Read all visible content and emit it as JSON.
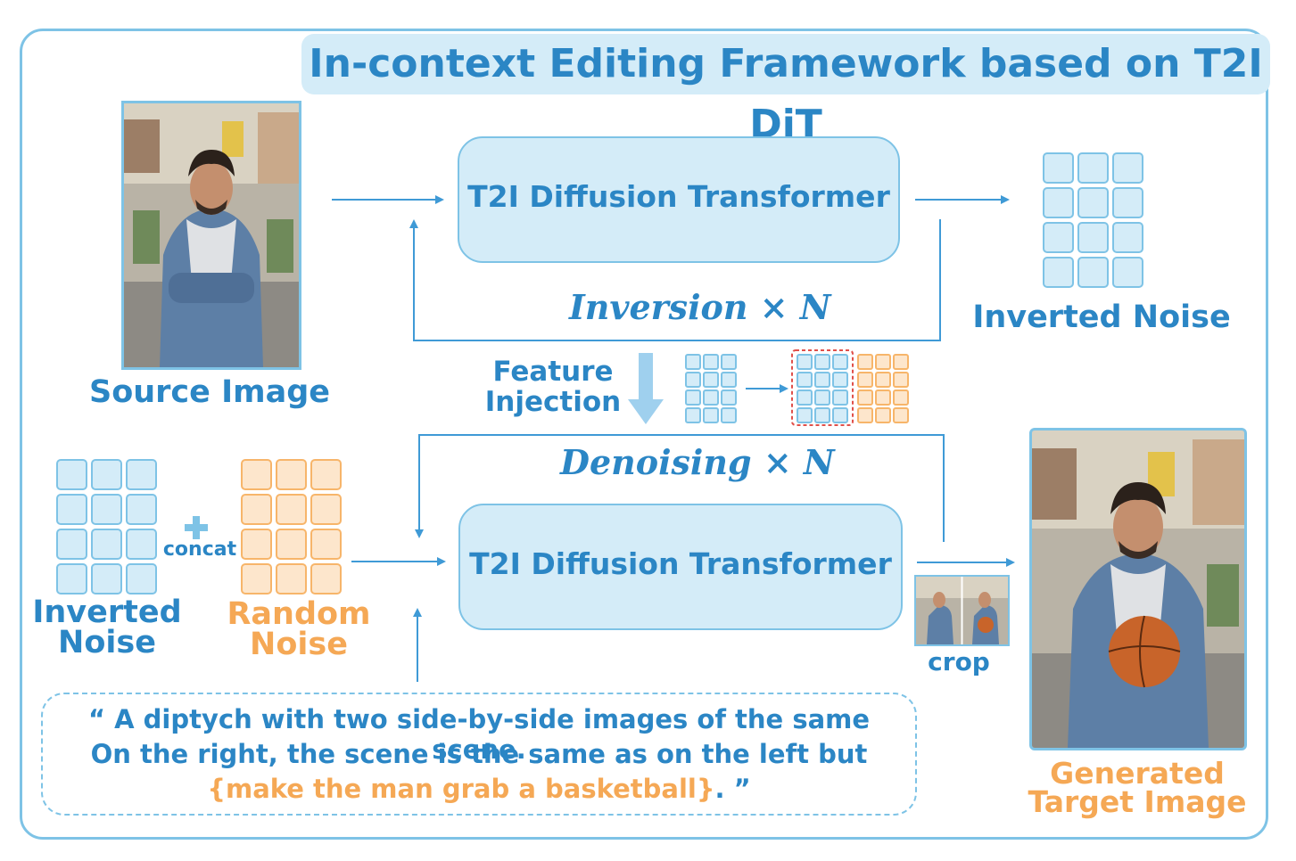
{
  "title": "In-context Editing Framework based on T2I DiT",
  "source_image": {
    "label": "Source Image"
  },
  "top_dit": {
    "label": "T2I Diffusion Transformer"
  },
  "bottom_dit": {
    "label": "T2I Diffusion Transformer"
  },
  "inversion": {
    "label": "Inversion",
    "times": "× N"
  },
  "denoising": {
    "label": "Denoising",
    "times": "× N"
  },
  "inverted_noise_top": {
    "label": "Inverted Noise"
  },
  "feature_injection": {
    "line1": "Feature",
    "line2": "Injection"
  },
  "inverted_noise_bottom": {
    "line1": "Inverted",
    "line2": "Noise"
  },
  "concat": {
    "label": "concat"
  },
  "random_noise": {
    "line1": "Random",
    "line2": "Noise"
  },
  "crop": {
    "label": "crop"
  },
  "generated": {
    "line1": "Generated",
    "line2": "Target Image"
  },
  "prompt": {
    "line1": "“ A diptych with two side-by-side images of the same scene.",
    "line2": "On the right, the scene is the same as on the left  but",
    "line3_edit": "{make the man grab a basketball}",
    "line3_end": ". ”"
  },
  "colors": {
    "blue_text": "#2b86c5",
    "blue_fill": "#d4ecf8",
    "blue_stroke": "#7ec3e6",
    "orange_text": "#f5a855",
    "orange_fill": "#fde6cc",
    "orange_stroke": "#f7b56a",
    "red_dash": "#e0504a"
  }
}
